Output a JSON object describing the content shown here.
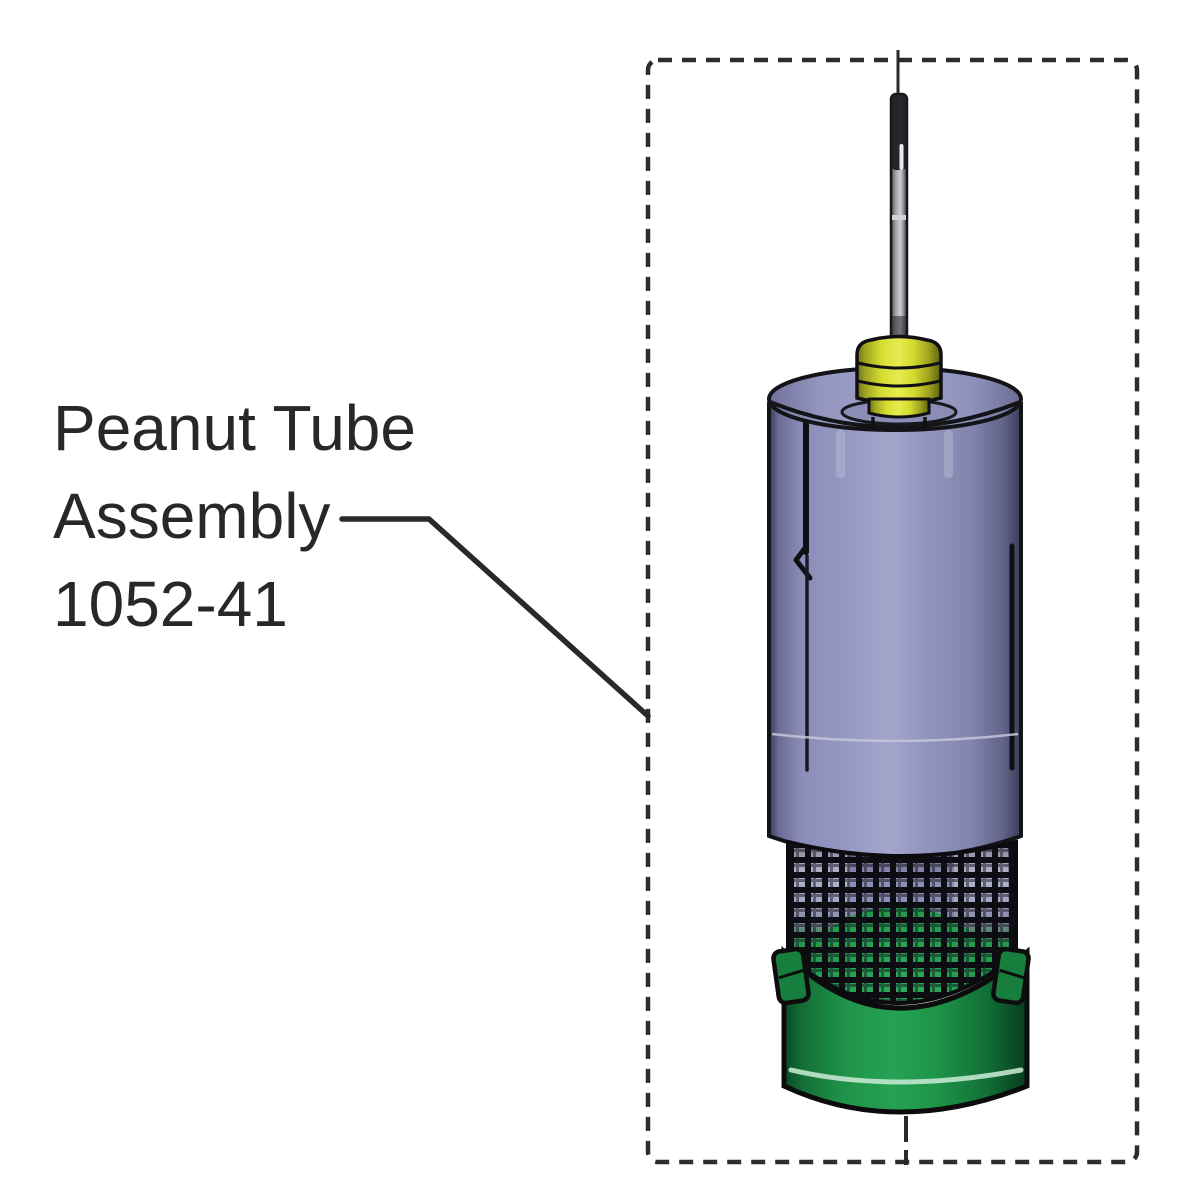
{
  "label": {
    "line1": "Peanut Tube",
    "line2": "Assembly",
    "part_number": "1052-41"
  },
  "colors": {
    "bg": "#ffffff",
    "ink": "#2a272b",
    "line": "#2a282c",
    "border": "#2d2d30",
    "tube": "#9598c2",
    "lid": "#a0a2c9",
    "cap-yellow": "#e6ec4e",
    "rod-gray": "#bcbbc1",
    "mesh-purple": "#8d8fb5",
    "wire-black": "#0c0c12",
    "base-green": "#25a254",
    "base-highlight": "#c2e7cf"
  }
}
